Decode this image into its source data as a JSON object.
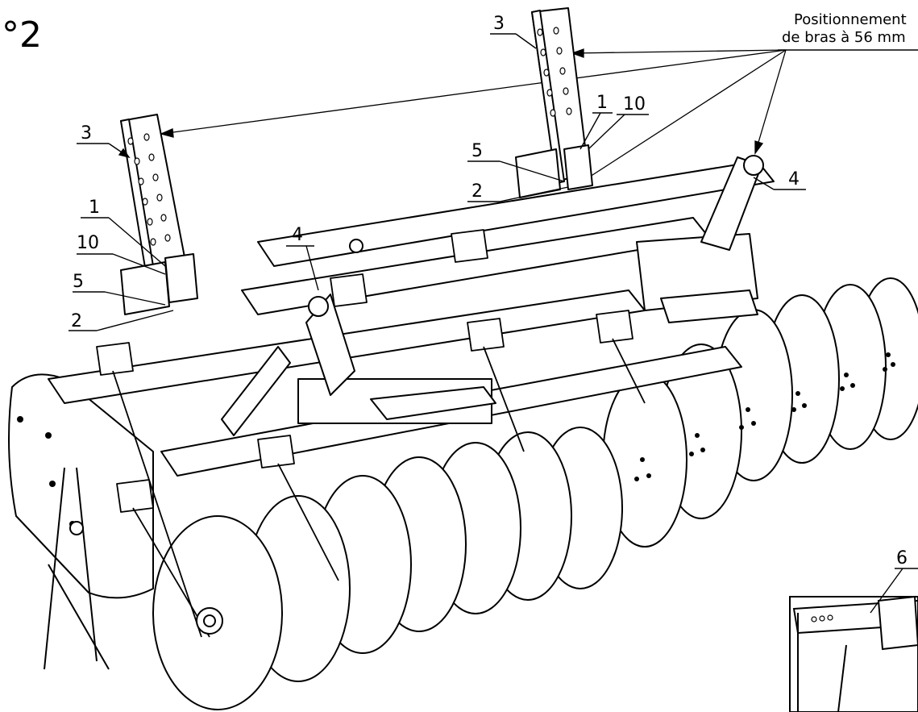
{
  "figure": {
    "number_label": "°2"
  },
  "note": {
    "line1": "Positionnement",
    "line2": "de bras à 56 mm"
  },
  "callouts": {
    "left_3": "3",
    "left_1": "1",
    "left_10": "10",
    "left_5": "5",
    "left_2": "2",
    "mid_4": "4",
    "right_3": "3",
    "right_1": "1",
    "right_10": "10",
    "right_5": "5",
    "right_2": "2",
    "right_4": "4",
    "inset_6": "6"
  },
  "colors": {
    "ink": "#000000",
    "paper": "#ffffff"
  }
}
